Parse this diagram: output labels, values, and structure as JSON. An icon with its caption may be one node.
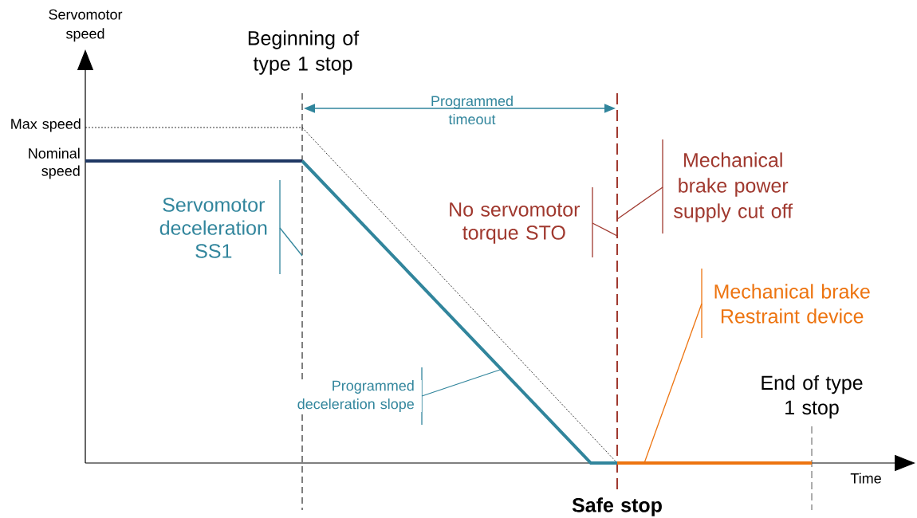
{
  "diagram": {
    "nodes": [
      {
        "text": [
          "Servomotor deceleration SS1"
        ]
      },
      {
        "text": [
          "Programmed deceleration slope"
        ]
      },
      {
        "text": [
          "No servomotor torque STO"
        ]
      },
      {
        "text": [
          "Mechanical brake power supply cut off"
        ]
      },
      {
        "text": [
          "Mechanical brake Restraint device"
        ]
      }
    ],
    "edges": [
      {
        "from": 0,
        "to": null,
        "arrow": "none",
        "color": "#31859c"
      },
      {
        "from": 1,
        "to": null,
        "arrow": "none",
        "color": "#31859c"
      },
      {
        "from": 2,
        "to": null,
        "arrow": "none",
        "color": "#a0392f"
      },
      {
        "from": 3,
        "to": null,
        "arrow": "none",
        "color": "#a0392f"
      },
      {
        "from": 4,
        "to": null,
        "arrow": "none",
        "color": "#ed7410"
      }
    ],
    "labels": [
      "Servomotor speed",
      "Beginning of type 1 stop",
      "Programmed timeout",
      "Max speed",
      "Nominal speed",
      "End of type 1 stop",
      "Time",
      "Safe stop"
    ]
  }
}
